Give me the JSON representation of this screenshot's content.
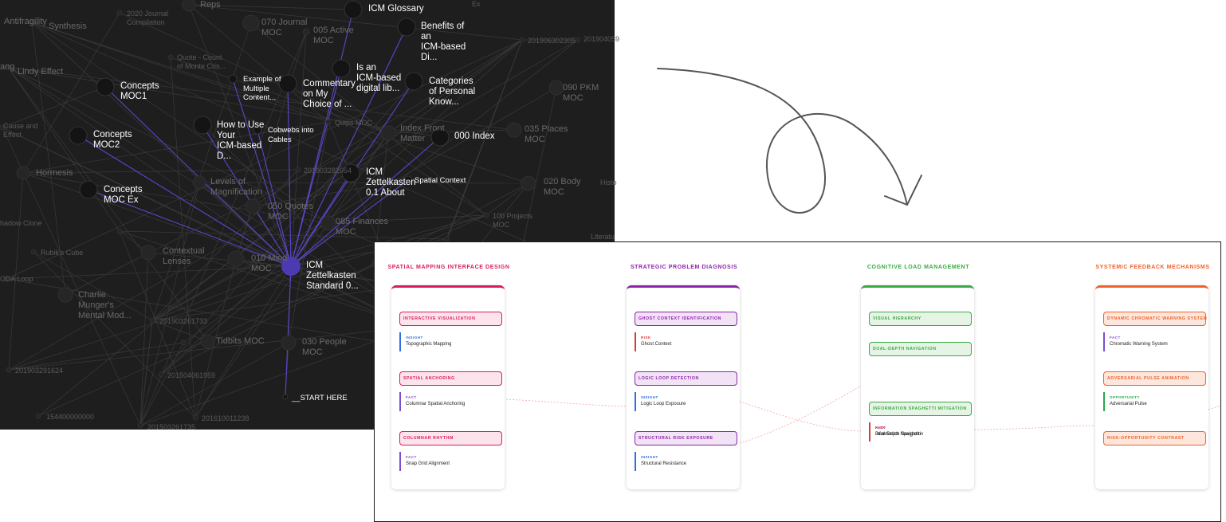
{
  "colors": {
    "graph_bg": "#1e1e1e",
    "edge_active": "#5b46c9",
    "node_active": "#4c3bb0",
    "node_fill": "#141414",
    "insight": "#2f6fe0",
    "fact": "#7a4fd0",
    "risk": "#d83a3a",
    "opportunity": "#2aa84a"
  },
  "graph": {
    "bright_labels": {
      "icm_glossary": "ICM Glossary",
      "benefits": "Benefits of\nan\nICM-based\nDi...",
      "concepts_moc1": "Concepts\nMOC1",
      "example_multiple": "Example of\nMultiple\nContent...",
      "commentary": "Commentary\non My\nChoice of ...",
      "icm_digital": "Is an\nICM-based\ndigital lib...",
      "categories": "Categories\nof Personal\nKnow...",
      "concepts_moc2": "Concepts\nMOC2",
      "how_to_use": "How to Use\nYour\nICM-based\nD...",
      "cobwebs": "Cobwebs into\nCables",
      "index_000": "000 Index",
      "icm_zettelkasten_about": "ICM\nZettelkasten\n0.1 About",
      "spatial_context": "Spatial Context",
      "concepts_moc_ex": "Concepts\nMOC Ex",
      "icm_standard": "ICM\nZettelkasten\nStandard 0...",
      "start_here": "__START HERE"
    },
    "dim_labels": {
      "reps": "Reps",
      "journal_2020": "2020 Journal\nCompilation",
      "antifragility": "Antifragility",
      "synthesis": "Synthesis",
      "journal_moc": "070 Journal\nMOC",
      "active_moc": "005 Active\nMOC",
      "id_201906302305": "201906302305",
      "id_201904": "201904059",
      "quote_count": "Quote - Count\nof Monte Cris...",
      "lindy": "Lindy Effect",
      "ang": "ang",
      "pkm_moc": "090 PKM\nMOC",
      "cause_effect": "Cause and\nEffect",
      "quips": "Quips MOC",
      "index_front": "Index Front\nMatter",
      "places_moc": "035 Places\nMOC",
      "hormesis": "Hormesis",
      "id_201903282054": "201903282054",
      "levels_mag": "Levels of\nMagnification",
      "body_moc": "020 Body\nMOC",
      "hist": "Histo",
      "quotes_moc": "050 Quotes\nMOC",
      "shadow_clone": "hadow Clone",
      "finances_moc": "085 Finances\nMOC",
      "projects_moc": "100 Projects\nMOC",
      "literature": "Literatu",
      "rubiks": "Rubik's Cube",
      "contextual_lenses": "Contextual\nLenses",
      "mind_moc": "010 Mind\nMOC",
      "oda_loop": "ODA Loop",
      "munger": "Charlie\nMunger's\nMental Mod...",
      "id_201903261733": "201903261733",
      "tidbits": "Tidbits MOC",
      "people_moc": "030 People\nMOC",
      "id_201903291624": "201903291624",
      "id_201504061959": "201504061959",
      "id_154400000000": "154400000000",
      "id_201610011238": "201610011238",
      "id_201503261735": "201503261735",
      "ex": "Ex"
    }
  },
  "kanban": {
    "columns": [
      {
        "title": "SPATIAL MAPPING INTERFACE DESIGN",
        "color": "#d81b60",
        "pill_bg": "#fde4ec",
        "groups": [
          {
            "pill": "INTERACTIVE VISUALIZATION",
            "tag_kind": "INSIGHT",
            "tag_text": "Topographic Mapping",
            "tag_type": "insight"
          },
          {
            "pill": "SPATIAL ANCHORING",
            "tag_kind": "FACT",
            "tag_text": "Columnar Spatial Anchoring",
            "tag_type": "fact"
          },
          {
            "pill": "COLUMNAR RHYTHM",
            "tag_kind": "FACT",
            "tag_text": "Snap Grid Alignment",
            "tag_type": "fact"
          }
        ]
      },
      {
        "title": "STRATEGIC PROBLEM DIAGNOSIS",
        "color": "#8e24aa",
        "pill_bg": "#f1e2f6",
        "groups": [
          {
            "pill": "GHOST CONTEXT IDENTIFICATION",
            "tag_kind": "RISK",
            "tag_text": "Ghost Context",
            "tag_type": "risk"
          },
          {
            "pill": "LOGIC LOOP DETECTION",
            "tag_kind": "INSIGHT",
            "tag_text": "Logic Loop Exposure",
            "tag_type": "insight"
          },
          {
            "pill": "STRUCTURAL RISK EXPOSURE",
            "tag_kind": "INSIGHT",
            "tag_text": "Structural Resistance",
            "tag_type": "insight"
          }
        ]
      },
      {
        "title": "COGNITIVE LOAD MANAGEMENT",
        "color": "#3aa843",
        "pill_bg": "#e6f4e6",
        "groups": [
          {
            "pill": "VISUAL HIERARCHY",
            "tag_kind": "",
            "tag_text": "",
            "tag_type": ""
          },
          {
            "pill": "DUAL-DEPTH NAVIGATION",
            "tag_kind": "FACT",
            "tag_text": "Dual-Depth Navigation",
            "tag_type": "fact"
          },
          {
            "pill": "INFORMATION SPAGHETTI MITIGATION",
            "tag_kind": "RISK",
            "tag_text": "Information Spaghetti",
            "tag_type": "risk"
          }
        ]
      },
      {
        "title": "SYSTEMIC FEEDBACK MECHANISMS",
        "color": "#f0612a",
        "pill_bg": "#fde7dc",
        "groups": [
          {
            "pill": "DYNAMIC CHROMATIC WARNING SYSTEM",
            "tag_kind": "FACT",
            "tag_text": "Chromatic Warning System",
            "tag_type": "fact"
          },
          {
            "pill": "ADVERSARIAL PULSE ANIMATION",
            "tag_kind": "OPPORTUNITY",
            "tag_text": "Adversarial Pulse",
            "tag_type": "opportunity"
          },
          {
            "pill": "RISK-OPPORTUNITY CONTRAST",
            "tag_kind": "",
            "tag_text": "",
            "tag_type": ""
          }
        ]
      }
    ]
  }
}
